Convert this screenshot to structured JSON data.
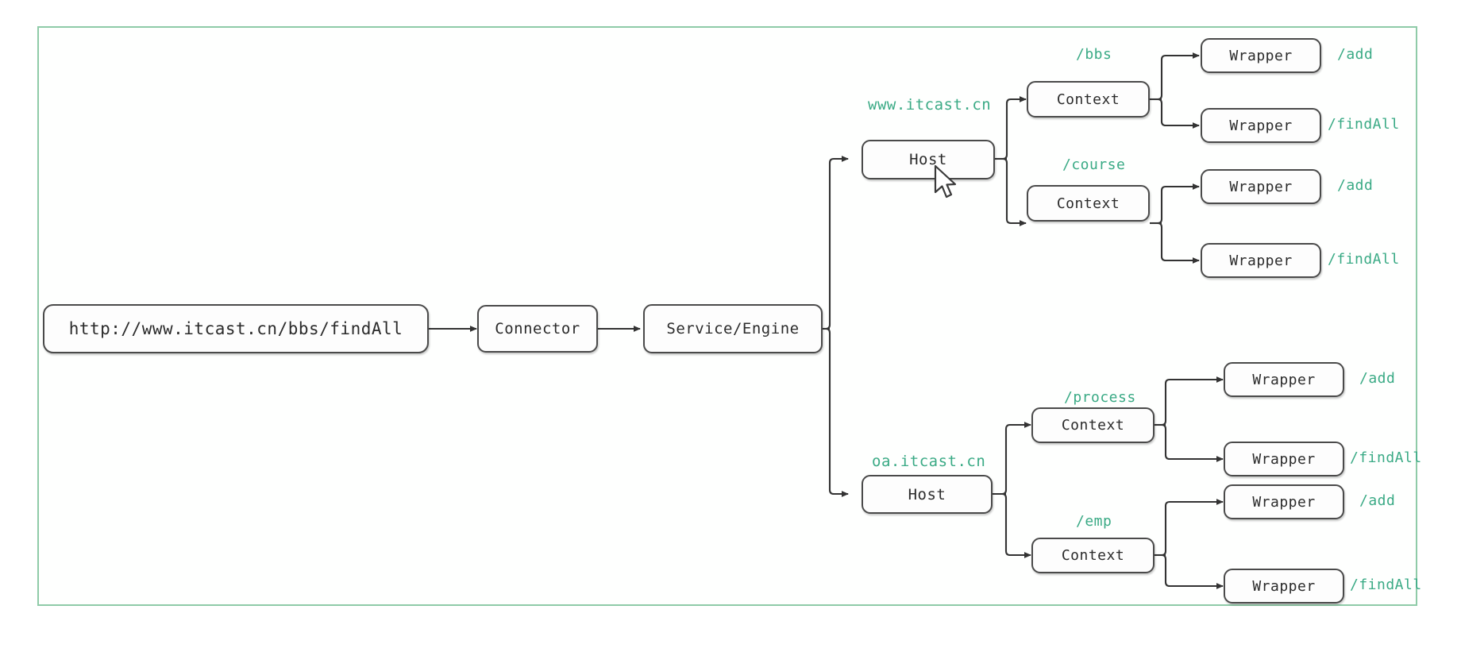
{
  "diagram": {
    "title": "Tomcat request routing tree",
    "accent_green": "#3aaa85",
    "border_green": "#8fcba8",
    "node_stroke": "#4a4a4a",
    "request": {
      "label": "http://www.itcast.cn/bbs/findAll"
    },
    "connector": {
      "label": "Connector"
    },
    "engine": {
      "label": "Service/Engine"
    },
    "hosts": [
      {
        "name": "Host",
        "host_label": "www.itcast.cn",
        "contexts": [
          {
            "name": "Context",
            "path_label": "/bbs",
            "wrappers": [
              {
                "name": "Wrapper",
                "path_label": "/add"
              },
              {
                "name": "Wrapper",
                "path_label": "/findAll"
              }
            ]
          },
          {
            "name": "Context",
            "path_label": "/course",
            "wrappers": [
              {
                "name": "Wrapper",
                "path_label": "/add"
              },
              {
                "name": "Wrapper",
                "path_label": "/findAll"
              }
            ]
          }
        ]
      },
      {
        "name": "Host",
        "host_label": "oa.itcast.cn",
        "contexts": [
          {
            "name": "Context",
            "path_label": "/process",
            "wrappers": [
              {
                "name": "Wrapper",
                "path_label": "/add"
              },
              {
                "name": "Wrapper",
                "path_label": "/findAll"
              }
            ]
          },
          {
            "name": "Context",
            "path_label": "/emp",
            "wrappers": [
              {
                "name": "Wrapper",
                "path_label": "/add"
              },
              {
                "name": "Wrapper",
                "path_label": "/findAll"
              }
            ]
          }
        ]
      }
    ],
    "pointer": {
      "name": "mouse-cursor"
    }
  }
}
